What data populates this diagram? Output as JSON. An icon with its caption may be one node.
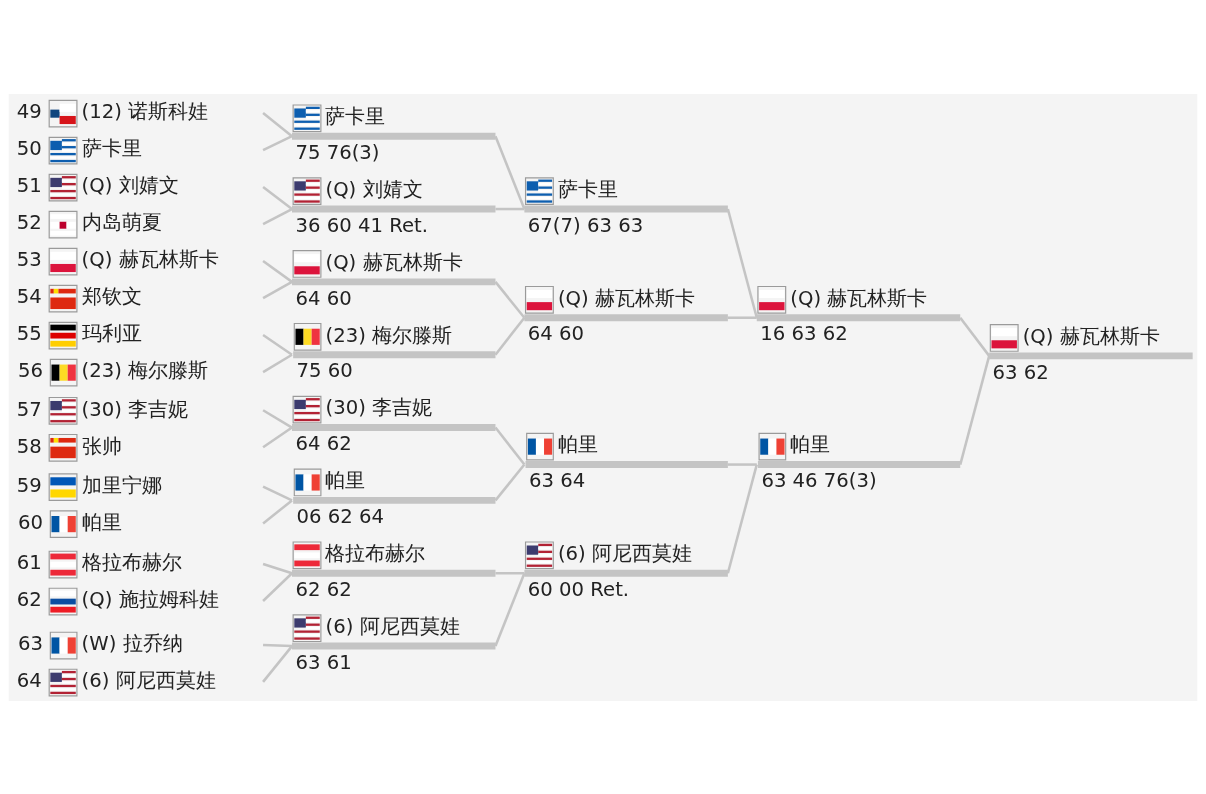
{
  "diagram": {
    "nodes": [
      {
        "text": [
          "49",
          "(12) 诺斯科娃"
        ]
      },
      {
        "text": [
          "50",
          "萨卡里"
        ]
      },
      {
        "text": [
          "51",
          "(Q) 刘婧文"
        ]
      },
      {
        "text": [
          "52",
          "内岛萌夏"
        ]
      },
      {
        "text": [
          "53",
          "(Q) 赫瓦林斯卡"
        ]
      },
      {
        "text": [
          "54",
          "郑钦文"
        ]
      },
      {
        "text": [
          "55",
          "玛利亚"
        ]
      },
      {
        "text": [
          "56",
          "(23) 梅尔滕斯"
        ]
      },
      {
        "text": [
          "57",
          "(30) 李吉妮"
        ]
      },
      {
        "text": [
          "58",
          "张帅"
        ]
      },
      {
        "text": [
          "59",
          "加里宁娜"
        ]
      },
      {
        "text": [
          "60",
          "帕里"
        ]
      },
      {
        "text": [
          "61",
          "格拉布赫尔"
        ]
      },
      {
        "text": [
          "62",
          "(Q) 施拉姆科娃"
        ]
      },
      {
        "text": [
          "63",
          "(W) 拉乔纳"
        ]
      },
      {
        "text": [
          "64",
          "(6) 阿尼西莫娃"
        ]
      },
      {
        "text": [
          "萨卡里",
          "75 76(3)"
        ]
      },
      {
        "text": [
          "(Q) 刘婧文",
          "36 60 41 Ret."
        ]
      },
      {
        "text": [
          "(Q) 赫瓦林斯卡",
          "64 60"
        ]
      },
      {
        "text": [
          "(23) 梅尔滕斯",
          "75 60"
        ]
      },
      {
        "text": [
          "(30) 李吉妮",
          "64 62"
        ]
      },
      {
        "text": [
          "帕里",
          "06 62 64"
        ]
      },
      {
        "text": [
          "格拉布赫尔",
          "62 62"
        ]
      },
      {
        "text": [
          "(6) 阿尼西莫娃",
          "63 61"
        ]
      },
      {
        "text": [
          "萨卡里",
          "67(7) 63 63"
        ]
      },
      {
        "text": [
          "(Q) 赫瓦林斯卡",
          "64 60"
        ]
      },
      {
        "text": [
          "帕里",
          "63 64"
        ]
      },
      {
        "text": [
          "(6) 阿尼西莫娃",
          "60 00 Ret."
        ]
      },
      {
        "text": [
          "(Q) 赫瓦林斯卡",
          "16 63 62"
        ]
      },
      {
        "text": [
          "帕里",
          "63 46 76(3)"
        ]
      },
      {
        "text": [
          "(Q) 赫瓦林斯卡",
          "63 62"
        ]
      }
    ],
    "edges": [
      {
        "from": 0,
        "to": 16,
        "arrow": "none"
      },
      {
        "from": 1,
        "to": 16,
        "arrow": "none"
      },
      {
        "from": 2,
        "to": 17,
        "arrow": "none"
      },
      {
        "from": 3,
        "to": 17,
        "arrow": "none"
      },
      {
        "from": 4,
        "to": 18,
        "arrow": "none"
      },
      {
        "from": 5,
        "to": 18,
        "arrow": "none"
      },
      {
        "from": 6,
        "to": 19,
        "arrow": "none"
      },
      {
        "from": 7,
        "to": 19,
        "arrow": "none"
      },
      {
        "from": 8,
        "to": 20,
        "arrow": "none"
      },
      {
        "from": 9,
        "to": 20,
        "arrow": "none"
      },
      {
        "from": 10,
        "to": 21,
        "arrow": "none"
      },
      {
        "from": 11,
        "to": 21,
        "arrow": "none"
      },
      {
        "from": 12,
        "to": 22,
        "arrow": "none"
      },
      {
        "from": 13,
        "to": 22,
        "arrow": "none"
      },
      {
        "from": 14,
        "to": 23,
        "arrow": "none"
      },
      {
        "from": 15,
        "to": 23,
        "arrow": "none"
      },
      {
        "from": 16,
        "to": 24,
        "arrow": "none"
      },
      {
        "from": 17,
        "to": 24,
        "arrow": "none"
      },
      {
        "from": 18,
        "to": 25,
        "arrow": "none"
      },
      {
        "from": 19,
        "to": 25,
        "arrow": "none"
      },
      {
        "from": 20,
        "to": 26,
        "arrow": "none"
      },
      {
        "from": 21,
        "to": 26,
        "arrow": "none"
      },
      {
        "from": 22,
        "to": 27,
        "arrow": "none"
      },
      {
        "from": 23,
        "to": 27,
        "arrow": "none"
      },
      {
        "from": 24,
        "to": 28,
        "arrow": "none"
      },
      {
        "from": 25,
        "to": 28,
        "arrow": "none"
      },
      {
        "from": 26,
        "to": 29,
        "arrow": "none"
      },
      {
        "from": 27,
        "to": 29,
        "arrow": "none"
      },
      {
        "from": 28,
        "to": 30,
        "arrow": "none"
      },
      {
        "from": 29,
        "to": 30,
        "arrow": "none"
      }
    ]
  }
}
